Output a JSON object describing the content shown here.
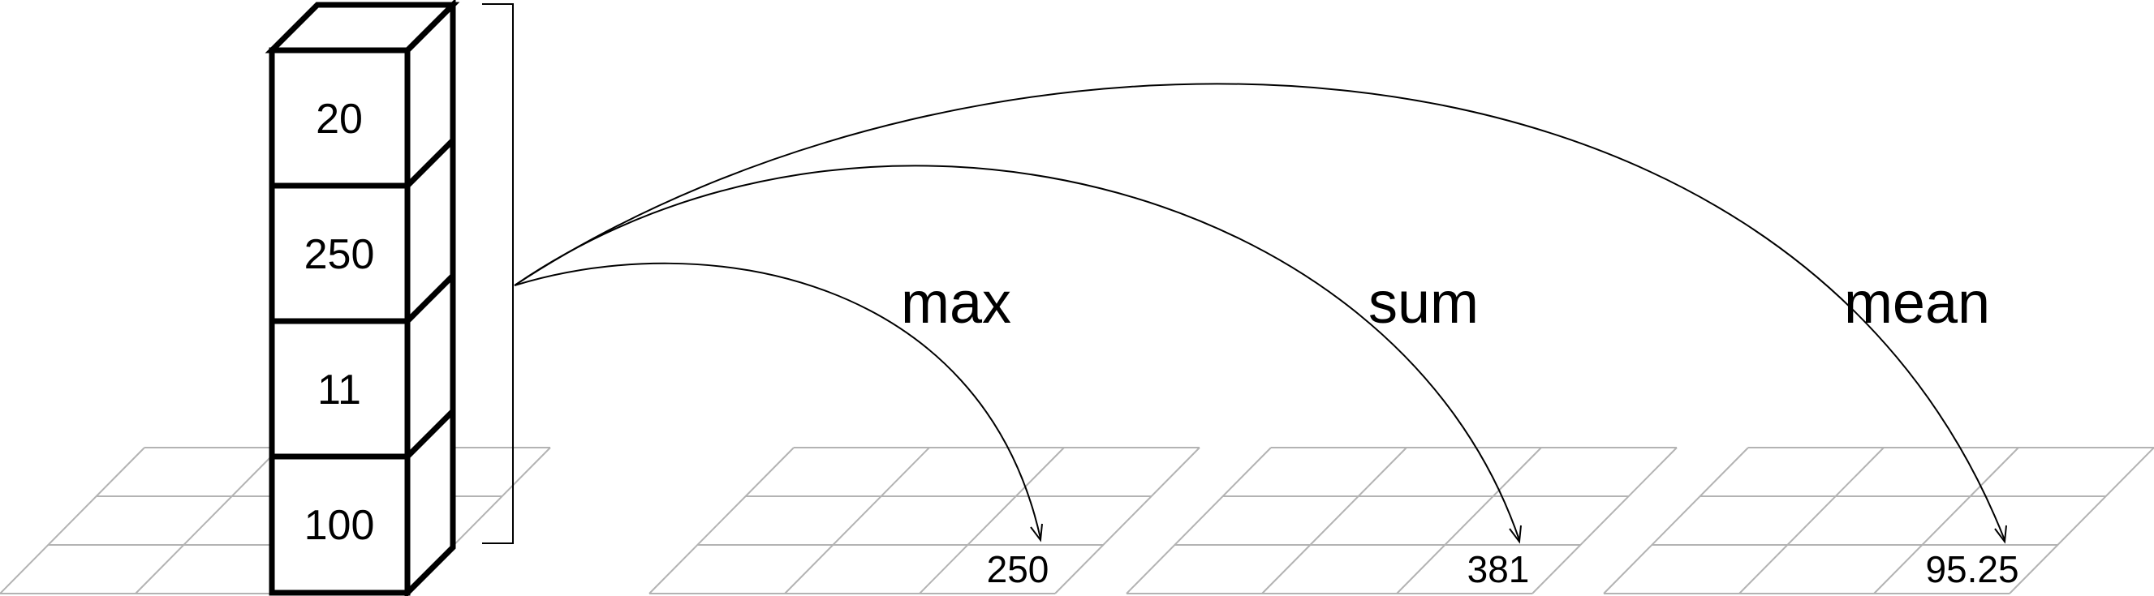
{
  "stack": {
    "cells": [
      "20",
      "250",
      "11",
      "100"
    ]
  },
  "operations": [
    {
      "label": "max",
      "result": "250"
    },
    {
      "label": "sum",
      "result": "381"
    },
    {
      "label": "mean",
      "result": "95.25"
    }
  ]
}
